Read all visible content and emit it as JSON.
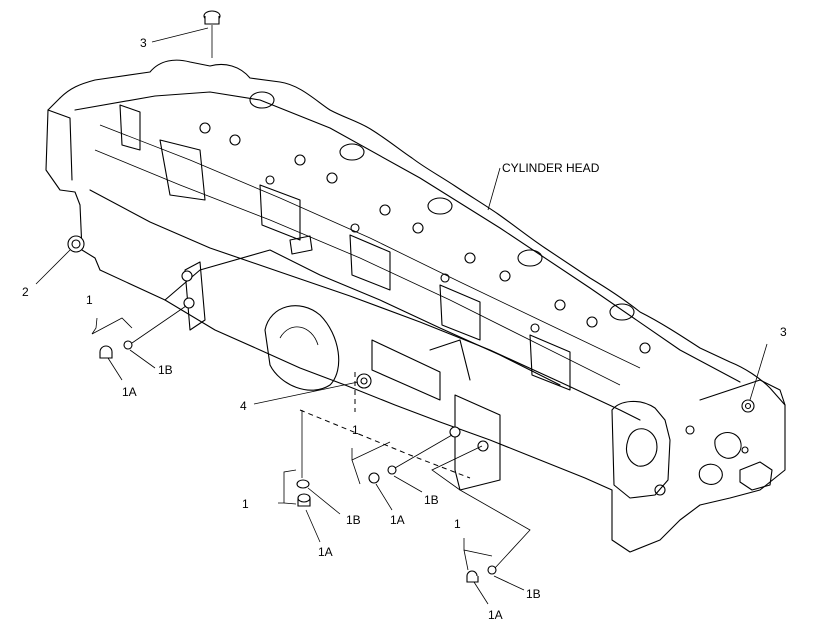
{
  "labels": {
    "cylinder_head": "CYLINDER HEAD",
    "callout_3_top": "3",
    "callout_3_right": "3",
    "callout_2": "2",
    "callout_4": "4",
    "group_a": {
      "group": "1",
      "a": "1A",
      "b": "1B"
    },
    "group_b": {
      "group": "1",
      "a": "1A",
      "b": "1B"
    },
    "group_c": {
      "group": "1",
      "a": "1A",
      "b": "1B"
    },
    "group_d": {
      "group": "1",
      "a": "1A",
      "b": "1B"
    }
  }
}
